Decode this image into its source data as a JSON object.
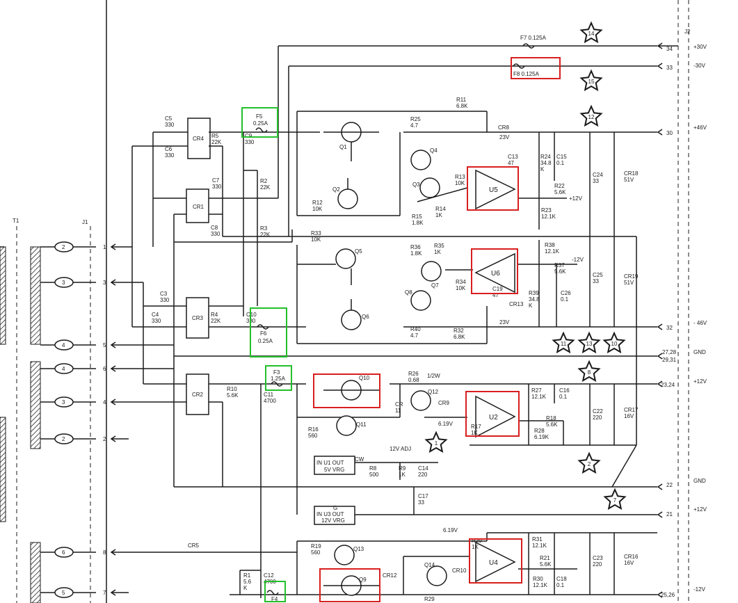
{
  "connector_j2": "J2",
  "connector_j1": "J1",
  "transformer": "T1",
  "rails": [
    {
      "pin": "34",
      "label": "+30V"
    },
    {
      "pin": "33",
      "label": "-30V"
    },
    {
      "pin": "30",
      "label": "+46V"
    },
    {
      "pin": "32",
      "label": "- 46V"
    },
    {
      "pin": "27,28\n29,31",
      "label": "GND"
    },
    {
      "pin": "23,24",
      "label": "+12V"
    },
    {
      "pin": "22",
      "label": "GND"
    },
    {
      "pin": "21",
      "label": "+12V"
    },
    {
      "pin": "25,26",
      "label": "-12V"
    }
  ],
  "fuses": {
    "f7": "F7 0.125A",
    "f8": "F8 0.125A",
    "f5_name": "F5",
    "f5_val": "0.25A",
    "f6_name": "F6",
    "f6_val": "0.25A",
    "f3_name": "F3",
    "f3_val": "1.25A",
    "f4": "F4"
  },
  "stars": [
    "14",
    "15",
    "12",
    "11",
    "13",
    "10",
    "8",
    "1",
    "2",
    "7"
  ],
  "j1_pins": [
    "1",
    "3",
    "5",
    "6",
    "4",
    "2",
    "8",
    "7"
  ],
  "j1_ovals": [
    "2",
    "3",
    "4",
    "4",
    "3",
    "2",
    "6",
    "5"
  ],
  "bridges": [
    "CR4",
    "CR1",
    "CR3",
    "CR2"
  ],
  "opamps": [
    "U5",
    "U6",
    "U2",
    "U4"
  ],
  "regulators": {
    "u1_line1": "IN  U1  OUT",
    "u1_line2": "5V VRG",
    "u3_line1": "IN  U3  OUT",
    "u3_line2": "12V VRG",
    "u3_g": "G"
  },
  "transistors": [
    "Q1",
    "Q2",
    "Q3",
    "Q4",
    "Q5",
    "Q6",
    "Q7",
    "Q8",
    "Q9",
    "Q10",
    "Q11",
    "Q12",
    "Q13",
    "Q14"
  ],
  "components": {
    "c5": "C5\n330",
    "c6": "C6\n330",
    "r5": "R5\n22K",
    "c9": "C9\n330",
    "c7": "C7\n330",
    "r2": "R2\n22K",
    "c8": "C8\n330",
    "r3": "R3\n22K",
    "c3": "C3\n330",
    "c4": "C4\n330",
    "r4": "R4\n22K",
    "c10": "C10\n330",
    "r10": "R10\n5.6K",
    "c11": "C11\n4700",
    "r1": "R1\n5.6\nK",
    "c12": "C12\n4700",
    "cr12": "CR12",
    "cr5": "CR5",
    "r11": "R11\n6.8K",
    "r25": "R25\n4.7",
    "r12": "R12\n10K",
    "r13": "R13\n10K",
    "r14": "R14\n1K",
    "r15": "R15\n1.8K",
    "cr8": "CR8",
    "v23a": "23V",
    "c13": "C13\n47",
    "r24": "R24\n34.8\nK",
    "c15": "C15\n0.1",
    "r22": "R22\n5.6K",
    "r23": "R23\n12.1K",
    "plus12": "+12V",
    "c24": "C24\n33",
    "cr18": "CR18\n51V",
    "r33": "R33\n10K",
    "r36": "R36\n1.8K",
    "r35": "R35\n1K",
    "r34": "R34\n10K",
    "c19": "C19\n47",
    "cr13": "CR13",
    "v23b": "23V",
    "r38": "R38\n12.1K",
    "minus12": "-12V",
    "r37": "R37\n5.6K",
    "r39": "R39\n34.8\nK",
    "c26": "C26\n0.1",
    "c25": "C25\n33",
    "cr19": "CR19\n51V",
    "r40": "R40\n4.7",
    "r32": "R32\n6.8K",
    "r26": "R26\n0.68",
    "half_w": "1/2W",
    "cr11": "CR\n11",
    "cr9": "CR9",
    "v619a": "6.19V",
    "r16": "R16\n560",
    "r17": "R17\n1K",
    "r27": "R27\n12.1K",
    "c16": "C16\n0.1",
    "r18": "R18\n5.6K",
    "r28": "R28\n6.19K",
    "c22": "C22\n220",
    "cr17": "CR17\n16V",
    "adj": "12V ADJ",
    "cw": "CW",
    "r8": "R8\n500",
    "r9": "R9\n1K",
    "c14": "C14\n220",
    "c17": "C17\n33",
    "r19": "R19\n560",
    "v619b": "6.19V",
    "r20": "R20\n1K",
    "cr10": "CR10",
    "r31": "R31\n12.1K",
    "r21": "R21\n5.6K",
    "r30": "R30\n12.1K",
    "c18": "C18\n0.1",
    "c23": "C23\n220",
    "cr16": "CR16\n16V",
    "r29": "R29"
  },
  "colors": {
    "ink": "#1a1a1a",
    "highlight_red": "#d81e1e",
    "highlight_green": "#22c02a"
  }
}
